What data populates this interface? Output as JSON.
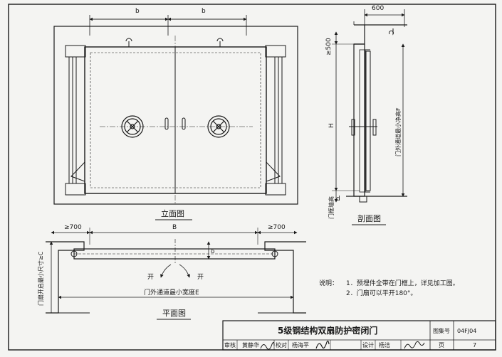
{
  "drawing": {
    "views": {
      "elevation_caption": "立面图",
      "section_caption": "剖面图",
      "plan_caption": "平面图"
    },
    "dimensions": {
      "b_left": "b",
      "b_right": "b",
      "section_600": "600",
      "section_500": "≥500",
      "section_H": "H",
      "section_d": "d",
      "section_F": "门外通道最小净高F",
      "section_left_label": "门框墙高",
      "plan_700_left": "≥700",
      "plan_700_right": "≥700",
      "plan_B": "B",
      "plan_delta": "δ",
      "plan_C": "门扇开启最小尺寸≥C",
      "plan_E": "门外通道最小宽度E",
      "plan_open_left": "开",
      "plan_open_right": "开"
    },
    "notes": {
      "heading": "说明：",
      "line1": "1．预埋件全带在门框上，详见加工图。",
      "line2": "2．门扇可以平开180°。"
    }
  },
  "title_block": {
    "title": "5级钢结构双扇防护密闭门",
    "atlas_label": "图集号",
    "atlas_no": "04FJ04",
    "row2": {
      "review_label": "审核",
      "review_name": "黄静华",
      "check_label": "校对",
      "check_name": "杨海平",
      "design_label": "设计",
      "design_name": "杨洁",
      "page_label": "页",
      "page_no": "7"
    }
  }
}
